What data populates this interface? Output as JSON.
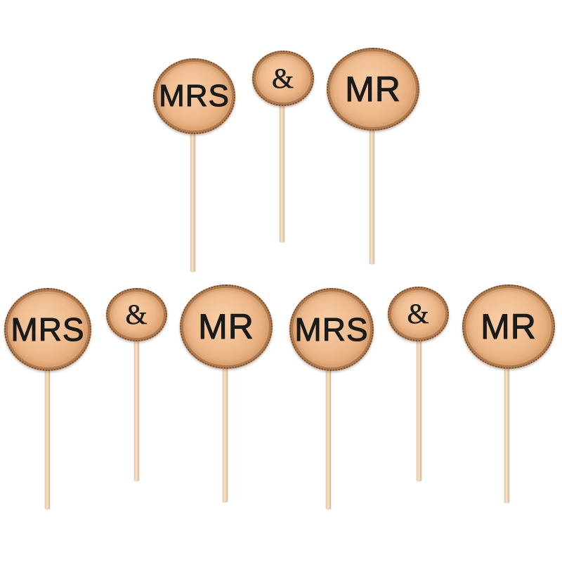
{
  "toppers": [
    {
      "id": "top-mrs",
      "text": "MRS"
    },
    {
      "id": "top-amp",
      "text": "&"
    },
    {
      "id": "top-mr",
      "text": "MR"
    },
    {
      "id": "bl-mrs",
      "text": "MRS"
    },
    {
      "id": "bl-amp",
      "text": "&"
    },
    {
      "id": "bl-mr",
      "text": "MR"
    },
    {
      "id": "br-mrs",
      "text": "MRS"
    },
    {
      "id": "br-amp",
      "text": "&"
    },
    {
      "id": "br-mr",
      "text": "MR"
    }
  ],
  "colors": {
    "wood_face": "#efbb8f",
    "bark": "#b07a4e",
    "stick": "#f0d6ba",
    "ink": "#1c1c1c",
    "background": "#ffffff"
  }
}
